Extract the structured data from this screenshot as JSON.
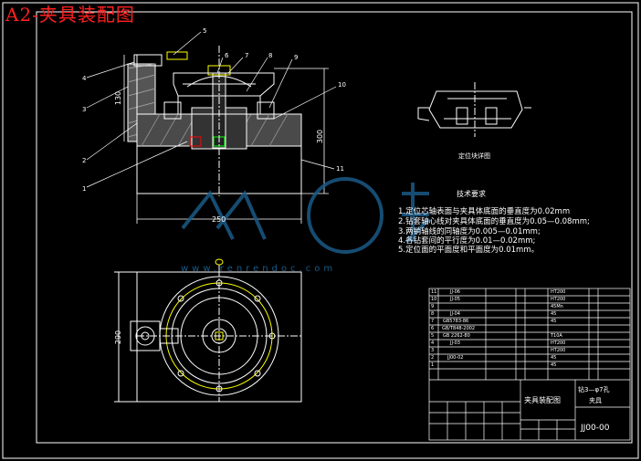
{
  "title": "A2-夹具装配图",
  "balloons": [
    "1",
    "2",
    "3",
    "4",
    "5",
    "6",
    "7",
    "8",
    "9",
    "10",
    "11"
  ],
  "dimensions": {
    "height_left": "130",
    "width_bottom": "250",
    "height_right": "300",
    "plan_height": "290"
  },
  "detail_caption": "定位块详图",
  "requirements": {
    "title": "技术要求",
    "items": [
      "1.定位芯轴表面与夹具体底面的垂直度为0.02mm",
      "2.钻套轴心线对夹具体底面的垂直度为0.05—0.08mm;",
      "3.两销轴线的同轴度为0.005—0.01mm;",
      "4.各钻套间的平行度为0.01—0.02mm;",
      "5.定位面的平面度和平面度为0.01mm。"
    ]
  },
  "parts_table": [
    {
      "no": "11",
      "code": "JJ-06",
      "mat": "HT200"
    },
    {
      "no": "10",
      "code": "JJ-05",
      "mat": "HT200"
    },
    {
      "no": "9",
      "code": "",
      "mat": "45Mn"
    },
    {
      "no": "8",
      "code": "JJ-04",
      "mat": "45"
    },
    {
      "no": "7",
      "code": "GB5783-86",
      "mat": "45"
    },
    {
      "no": "6",
      "code": "GB/T848-2002",
      "mat": ""
    },
    {
      "no": "5",
      "code": "GB 2262-80",
      "mat": "T10A"
    },
    {
      "no": "4",
      "code": "JJ-03",
      "mat": "HT200"
    },
    {
      "no": "3",
      "code": "",
      "mat": "HT200"
    },
    {
      "no": "2",
      "code": "JJ00-02",
      "mat": "45"
    },
    {
      "no": "1",
      "code": "",
      "mat": "45"
    }
  ],
  "title_block": {
    "name": "夹具装配图",
    "process": "钻3—φ7孔",
    "type": "夹具",
    "drawing_no": "JJ00-00"
  },
  "watermark": {
    "text": "人人文库",
    "url": "www.renrendoc.com"
  },
  "colors": {
    "line": "#ffffff",
    "yellow": "#ffff00",
    "red": "#ff2020",
    "cyan": "#00ffff",
    "watermark": "#1a5a86"
  }
}
